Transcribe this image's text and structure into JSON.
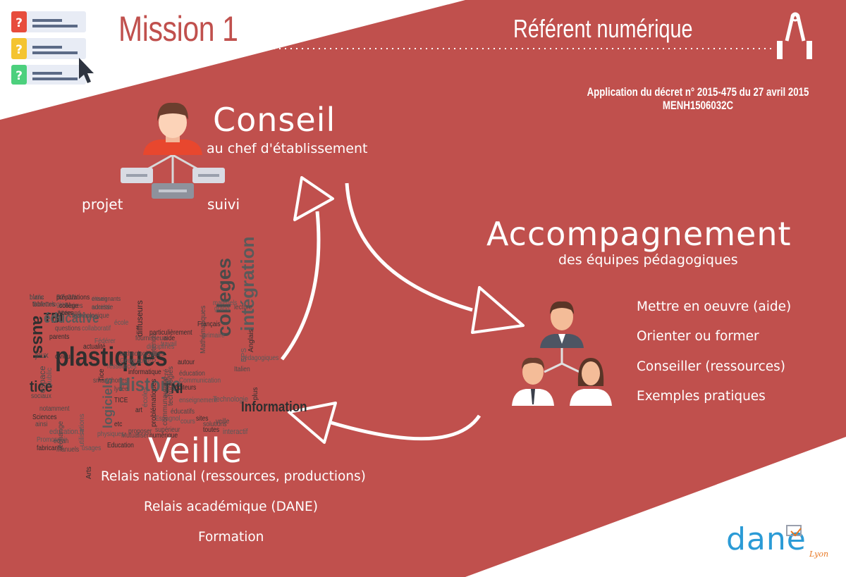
{
  "header": {
    "mission_title": "Mission 1",
    "role_title": "Référent numérique",
    "decree_line1": "Application du décret n° 2015-475 du 27 avril 2015",
    "decree_line2": "MENH1506032C"
  },
  "conseil": {
    "title": "Conseil",
    "subtitle": "au chef d'établissement",
    "label_left": "projet",
    "label_right": "suivi"
  },
  "accompagnement": {
    "title": "Accompagnement",
    "subtitle": "des équipes pédagogiques",
    "items": [
      "Mettre en oeuvre (aide)",
      "Orienter ou former",
      "Conseiller (ressources)",
      "Exemples pratiques"
    ]
  },
  "veille": {
    "title": "Veille",
    "items": [
      "Relais national (ressources, productions)",
      "Relais académique (DANE)",
      "Formation"
    ]
  },
  "word_cloud": [
    "blanc",
    "B2i-C2i",
    "élèves",
    "tablettes",
    "scolaires",
    "société",
    "TBI",
    "Allemand",
    "Informer",
    "aussi",
    "questions",
    "collaboratif",
    "parents",
    "jeux",
    "Fédérer",
    "plastiques",
    "technologiques",
    "Géographie",
    "autour",
    "colleges",
    "intégration",
    "tice",
    "smartphones",
    "Histoire",
    "TNI",
    "éducation",
    "enseignement",
    "TICE",
    "éducatifs",
    "Technologie",
    "Information",
    "notamment",
    "logiciels",
    "Sciences",
    "ainsi",
    "education.fr",
    "etc",
    "supérieur",
    "Promouvoir",
    "fabricants",
    "manuels",
    "usages",
    "Education",
    "veille",
    "interactif",
    "toutes",
    "Italien",
    "pédagogiques",
    "actualité",
    "lycée",
    "Espagnol",
    "numérique",
    "Mutualiser",
    "physiques",
    "Arts",
    "écran",
    "grand",
    "Français",
    "lecture",
    "matériels",
    "aide",
    "contenus",
    "travail",
    "éditeurs",
    "liées",
    "école",
    "diffuseurs",
    "fournisseurs",
    "disciplines",
    "particulièrement",
    "Mathématiques",
    "primaire",
    "Anglais",
    "espace",
    "public",
    "civique",
    "échange",
    "écoles",
    "art",
    "proposer",
    "utilisations",
    "problématiques",
    "communautaire",
    "cours",
    "sites",
    "solutions",
    "ressources",
    "Tice",
    "technologies",
    "Communication",
    "informatique",
    "consacré",
    "EPS",
    "plus",
    "sociaux",
    "outils",
    "préparations",
    "enseignants",
    "Technologies",
    "collège",
    "adresse",
    "éducative",
    "lycées",
    "technologique"
  ],
  "logo": {
    "brand": "dane",
    "city": "Lyon"
  },
  "colors": {
    "background_red": "#c0504d",
    "white": "#ffffff",
    "wordcloud_text": "#3b3b3b",
    "logo_blue": "#2b9bd6",
    "logo_orange": "#e87722"
  },
  "icons": [
    "quiz-checklist-icon",
    "binder-clip-icon",
    "person-network-icon",
    "team-icon",
    "cycle-arrows"
  ]
}
